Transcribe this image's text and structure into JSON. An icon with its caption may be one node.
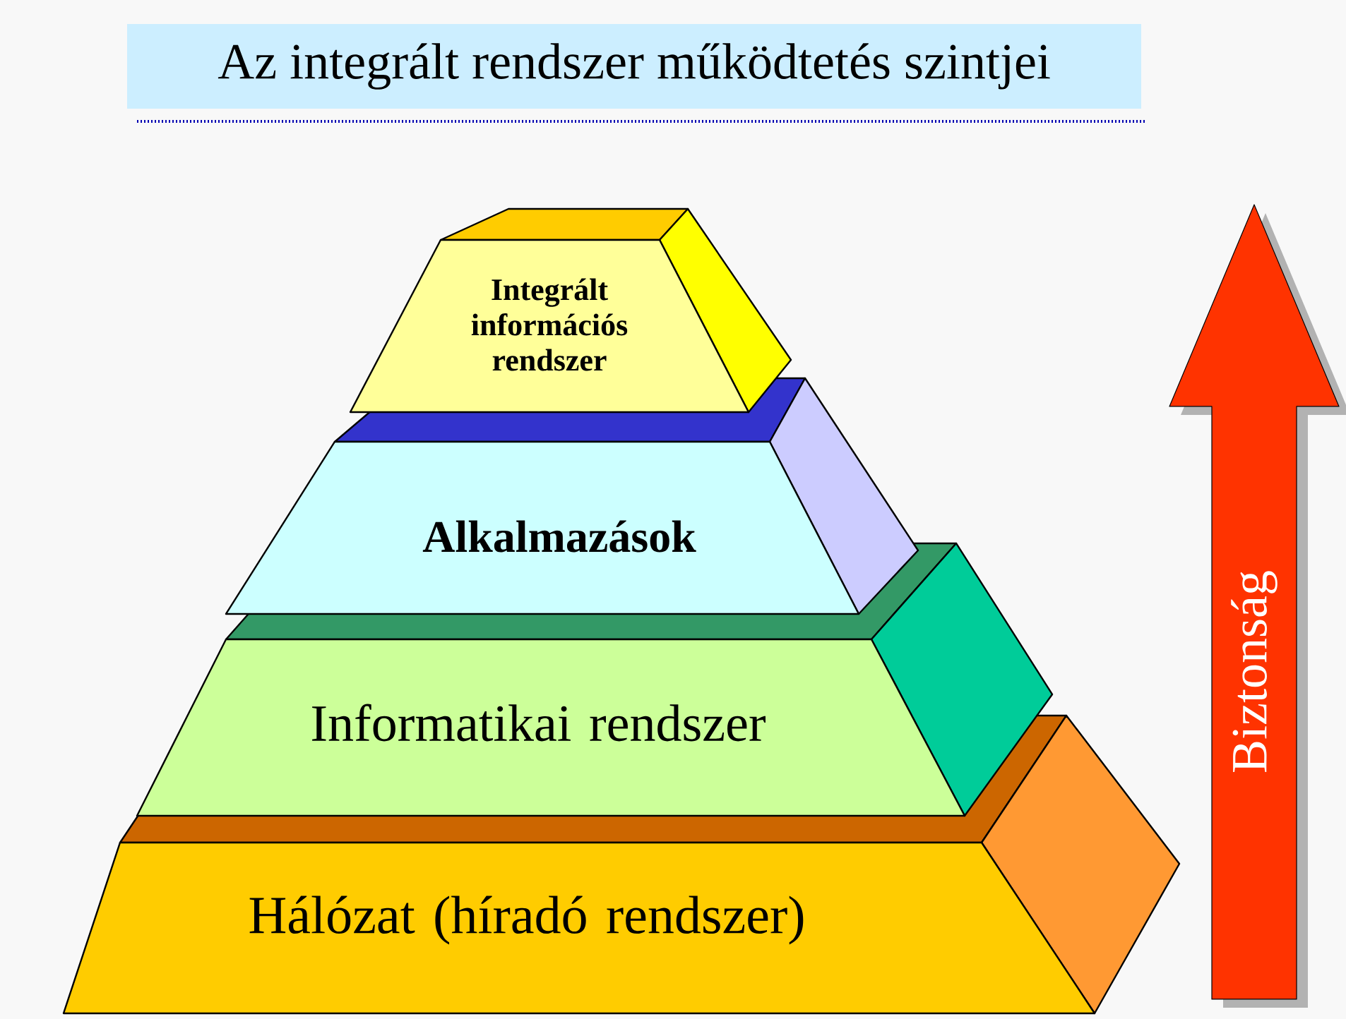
{
  "diagram": {
    "title": "Az integrált rendszer működtetés szintjei",
    "nodes": [
      {
        "text": [
          "Integrált információs rendszer"
        ]
      },
      {
        "text": [
          "Alkalmazások"
        ]
      },
      {
        "text": [
          "Informatikai rendszer"
        ]
      },
      {
        "text": [
          "Hálózat (híradó rendszer)"
        ]
      },
      {
        "text": [
          "Biztonság"
        ]
      }
    ]
  }
}
